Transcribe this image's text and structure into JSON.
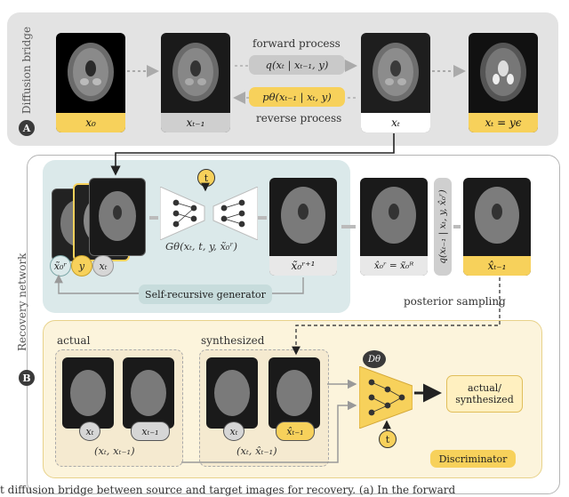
{
  "colors": {
    "yellow": "#f7d15b",
    "gray_panel": "#e3e3e3",
    "teal_panel": "#dbe9ea",
    "cream_panel": "#fcf4dc",
    "slate": "#3a3a3a"
  },
  "section_a": {
    "label": "Diffusion bridge",
    "letter": "A"
  },
  "section_b": {
    "label": "Recovery network",
    "letter": "B"
  },
  "top": {
    "images": [
      "x₀",
      "xₜ₋₁",
      "xₜ",
      "xₜ = yϵ"
    ],
    "forward_label": "forward process",
    "forward_eq": "q(xₜ | xₜ₋₁, y)",
    "reverse_eq": "pθ(xₜ₋₁ | xₜ, y)",
    "reverse_label": "reverse process"
  },
  "generator": {
    "t_token": "t",
    "eq": "Gθ(xₜ, t, y, x̃₀ʳ)",
    "inputs": [
      "x̃₀ʳ",
      "y",
      "xₜ"
    ],
    "output": "x̃₀ʳ⁺¹",
    "loop_label": "Self-recursive generator"
  },
  "posterior": {
    "estimate": "x̂₀ʳ = x̃₀ᴿ",
    "eq": "q(xₜ₋₁ | xₜ, y, x̂₀ʳ)",
    "output": "x̂ₜ₋₁",
    "label": "posterior sampling"
  },
  "discriminator": {
    "actual_label": "actual",
    "synth_label": "synthesized",
    "actual_tokens": [
      "xₜ",
      "xₜ₋₁"
    ],
    "synth_tokens": [
      "xₜ",
      "x̂ₜ₋₁"
    ],
    "actual_pair": "(xₜ, xₜ₋₁)",
    "synth_pair": "(xₜ, x̂ₜ₋₁)",
    "d_label": "Dθ",
    "t_token": "t",
    "output": "actual/ synthesized",
    "name": "Discriminator"
  },
  "caption_fragment": "t                diffusion bridge between source and target images for recovery. (a) In the forward"
}
